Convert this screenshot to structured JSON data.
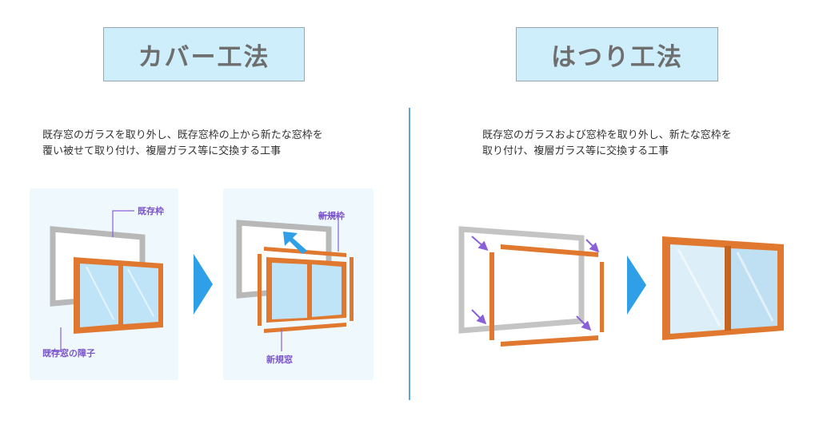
{
  "left": {
    "title": "カバー工法",
    "description": [
      "既存窓のガラスを取り外し、既存窓枠の上から新たな窓枠を",
      "覆い被せて取り付け、複層ガラス等に交換する工事"
    ],
    "labels": {
      "existing_frame": "既存枠",
      "existing_sash": "既存窓の障子",
      "new_frame": "新規枠",
      "new_window": "新規窓"
    }
  },
  "right": {
    "title": "はつり工法",
    "description": [
      "既存窓のガラスおよび窓枠を取り外し、新たな窓枠を",
      "取り付け、複層ガラス等に交換する工事"
    ]
  },
  "colors": {
    "title_bg": "#cdeefa",
    "frame_orange": "#e0782f",
    "old_frame_gray": "#b8b8b8",
    "glass_blue": "#bfe4f7",
    "arrow_blue": "#2f9fe8",
    "label_purple": "#7b55c9"
  }
}
